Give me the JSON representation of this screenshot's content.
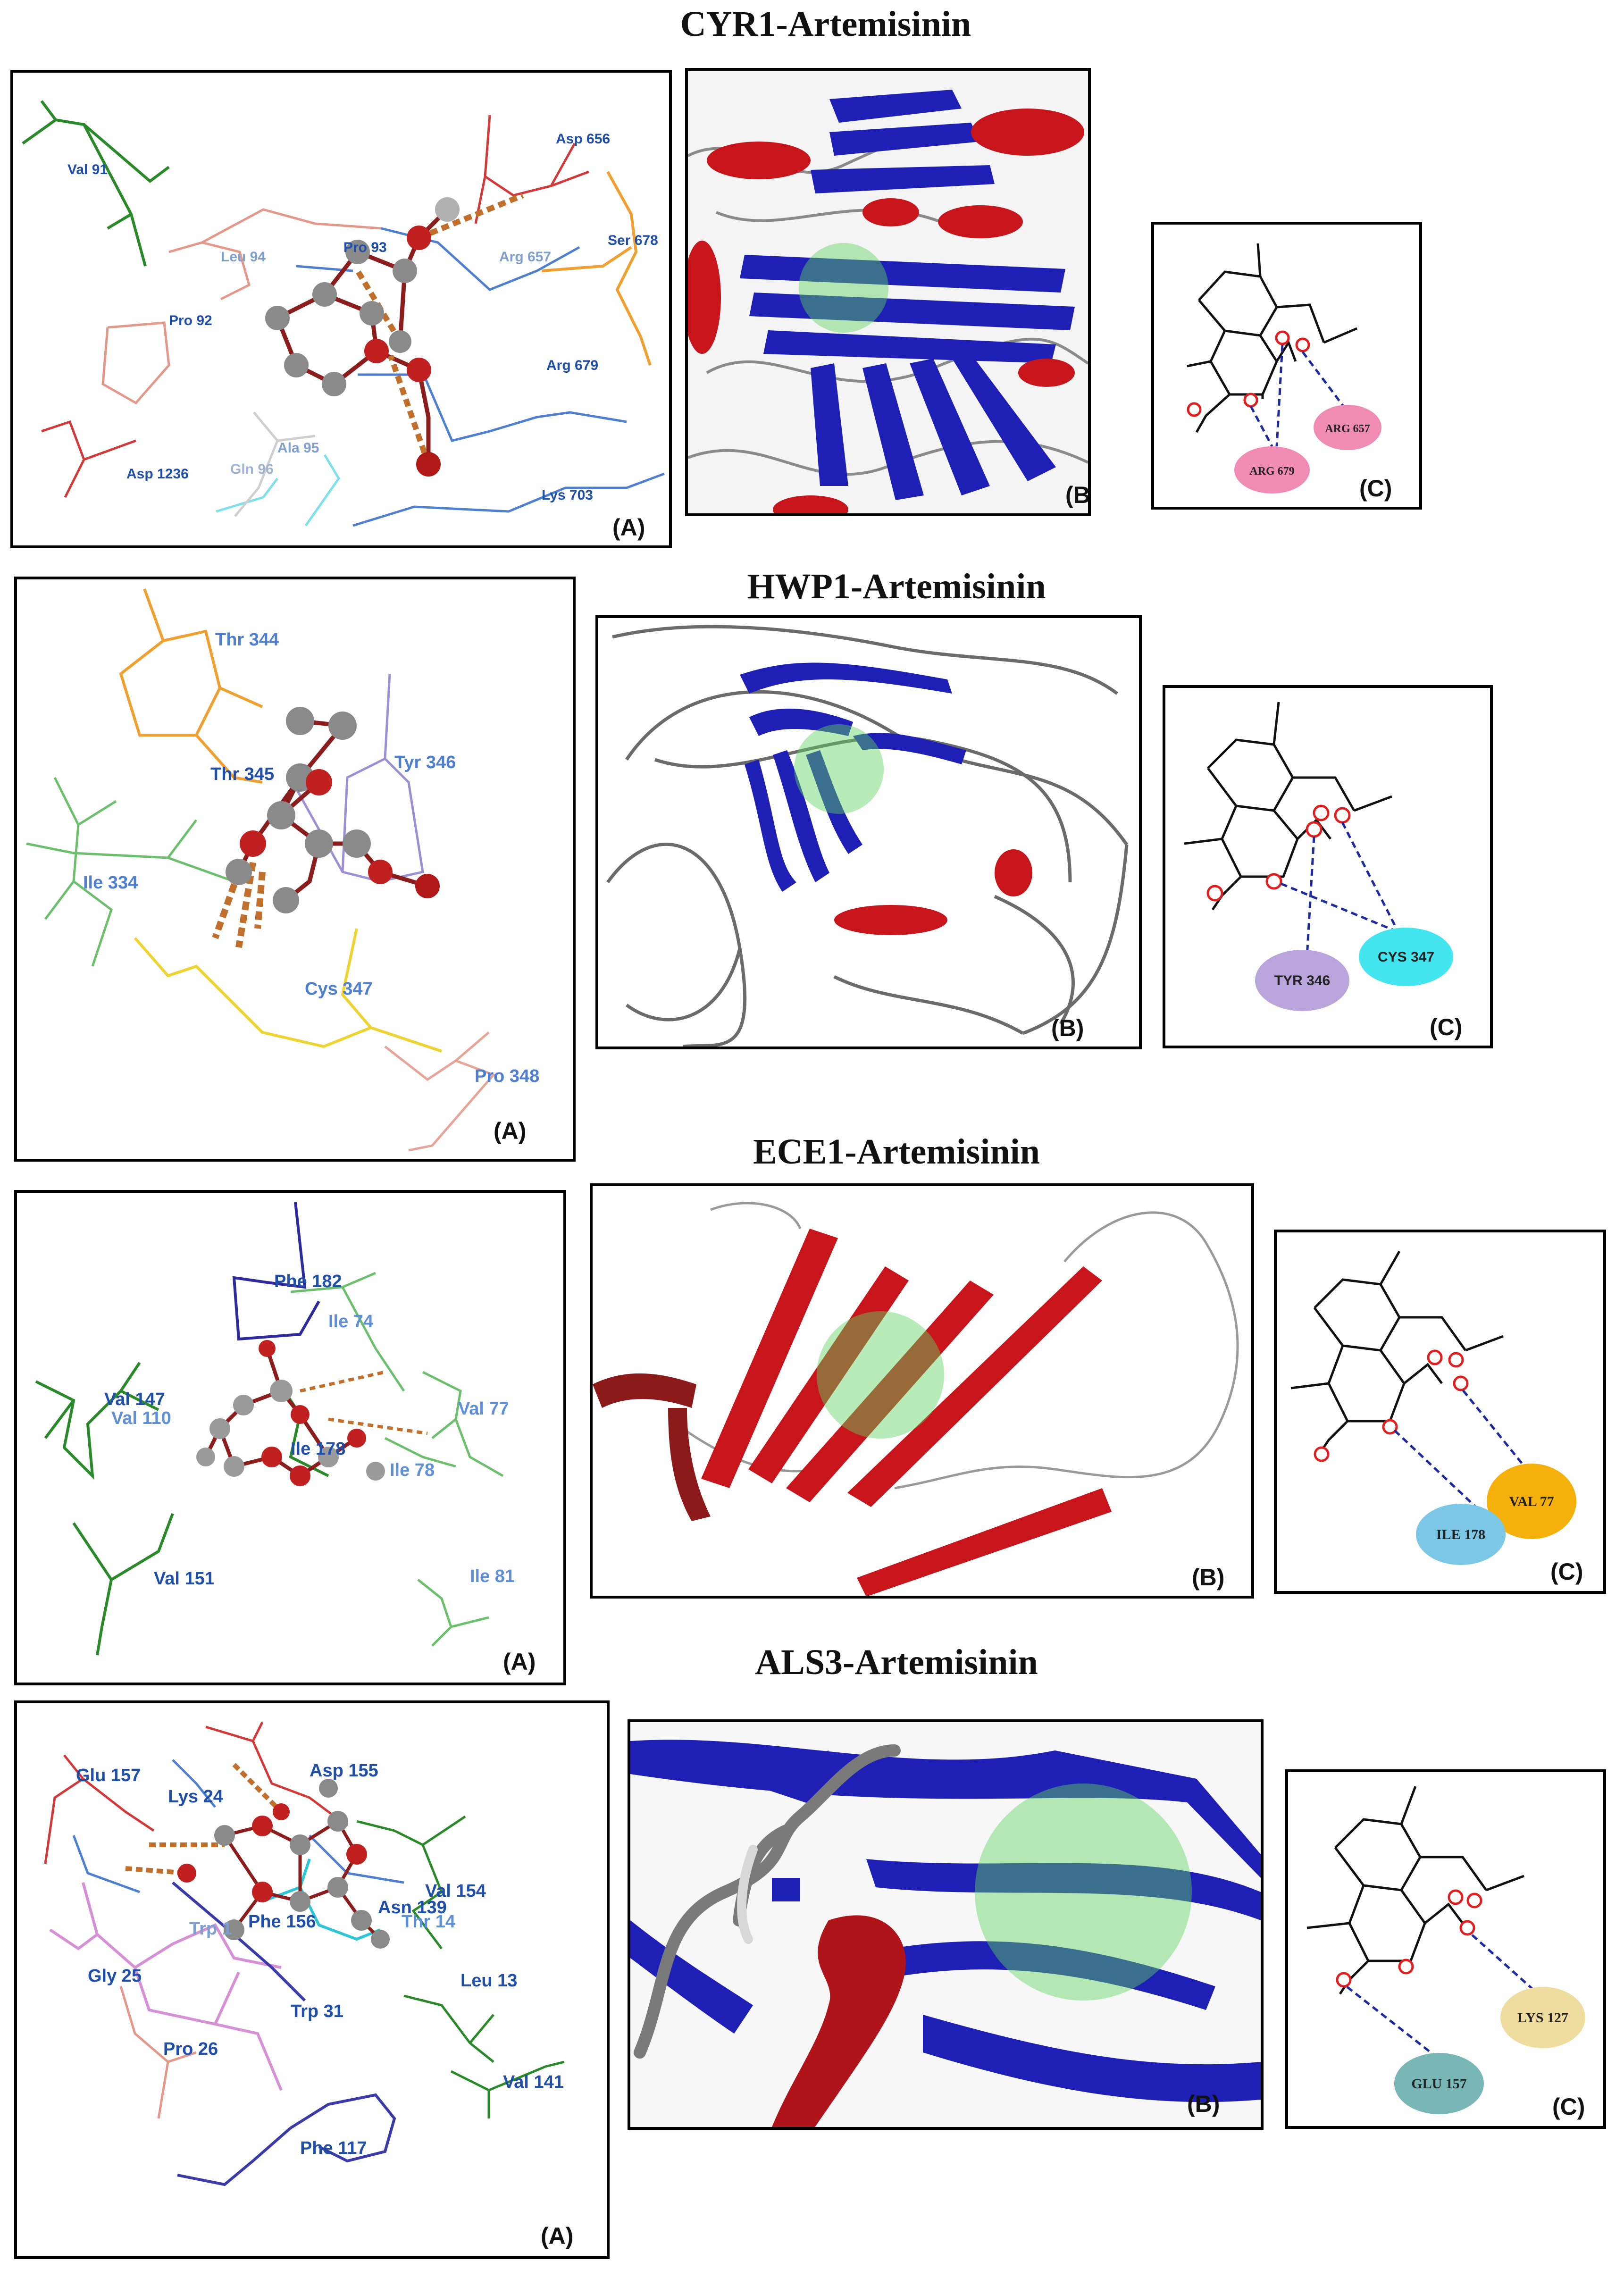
{
  "sections": [
    {
      "title": "CYR1-Artemisinin",
      "panelA": {
        "label": "(A)",
        "residues": [
          "Val 91",
          "Asp 656",
          "Leu 94",
          "Pro 93",
          "Arg 657",
          "Ser 678",
          "Pro 92",
          "Arg 679",
          "Asp 1236",
          "Gln 96",
          "Ala 95",
          "Lys 703"
        ]
      },
      "panelB": {
        "label": "(B)"
      },
      "panelC": {
        "label": "(C)",
        "contacts": [
          "ARG 657",
          "ARG 679"
        ]
      }
    },
    {
      "title": "HWP1-Artemisinin",
      "panelA": {
        "label": "(A)",
        "residues": [
          "Thr 344",
          "Tyr 346",
          "Thr 345",
          "Ile 334",
          "Cys 347",
          "Pro 348"
        ]
      },
      "panelB": {
        "label": "(B)"
      },
      "panelC": {
        "label": "(C)",
        "contacts": [
          "TYR 346",
          "CYS 347"
        ]
      }
    },
    {
      "title": "ECE1-Artemisinin",
      "panelA": {
        "label": "(A)",
        "residues": [
          "Phe 182",
          "Ile 74",
          "Val 147",
          "Val 110",
          "Val 77",
          "Ile 178",
          "Ile 78",
          "Val 151",
          "Ile 81"
        ]
      },
      "panelB": {
        "label": "(B)"
      },
      "panelC": {
        "label": "(C)",
        "contacts": [
          "VAL 77",
          "ILE 178"
        ]
      }
    },
    {
      "title": "ALS3-Artemisinin",
      "panelA": {
        "label": "(A)",
        "residues": [
          "Asp 155",
          "Glu 157",
          "Lys 24",
          "Val 154",
          "Asn 139",
          "Thr 14",
          "Trp 1",
          "Phe 156",
          "Gly 25",
          "Leu 13",
          "Trp 31",
          "Pro 26",
          "Val 141",
          "Phe 117"
        ]
      },
      "panelB": {
        "label": "(B)"
      },
      "panelC": {
        "label": "(C)",
        "contacts": [
          "LYS 127",
          "GLU 157"
        ]
      }
    }
  ],
  "colors": {
    "helix": "#c8141b",
    "sheet": "#1d1fb5",
    "coil": "#7a7a7a",
    "pocket": "#5fd35f",
    "hbond": "#c0702c",
    "interaction": "#1f2a9c",
    "arg": "#f08bb4",
    "tyr": "#b9a5dc",
    "cys": "#43e6ee",
    "val": "#f5b00c",
    "ile": "#7cc6e6",
    "lys": "#eedd9e",
    "glu": "#78b7b6"
  }
}
